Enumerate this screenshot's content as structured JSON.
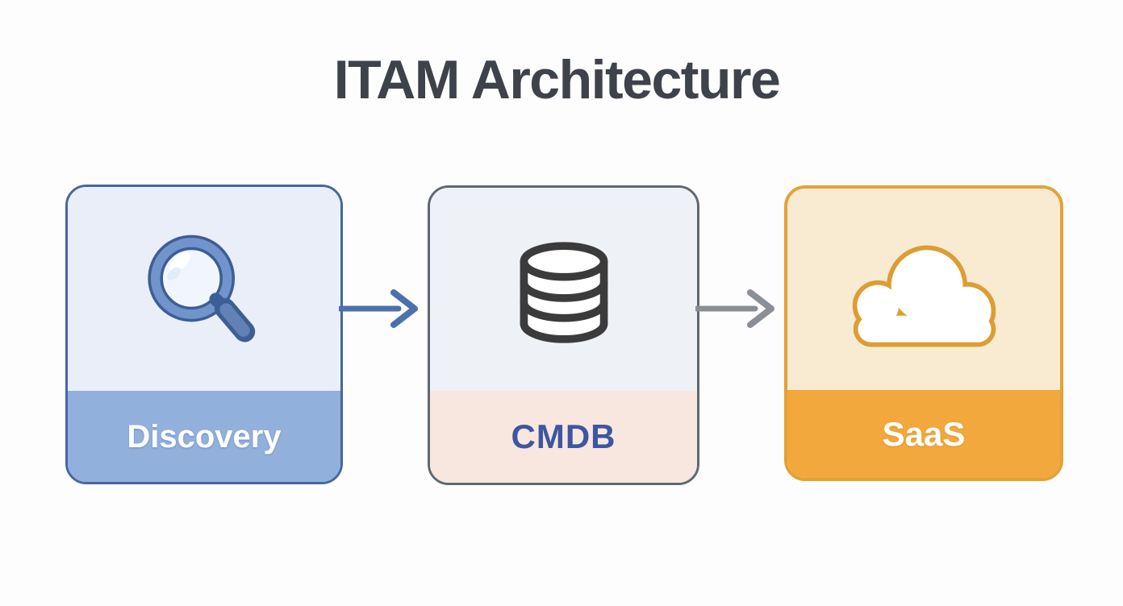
{
  "title": "ITAM Architecture",
  "title_color": "#3e424a",
  "background_color": "#fdfdfd",
  "diagram": {
    "nodes": [
      {
        "id": "discovery",
        "label": "Discovery",
        "icon": "magnifier-icon",
        "border_color": "#45679f",
        "body_color": "#e9eef8",
        "band_color": "#92b0dc",
        "label_color": "#ffffff"
      },
      {
        "id": "cmdb",
        "label": "CMDB",
        "icon": "database-icon",
        "border_color": "#5f6871",
        "body_color": "#eef2f7",
        "band_color": "#f7e7df",
        "label_color": "#3d56a3"
      },
      {
        "id": "saas",
        "label": "SaaS",
        "icon": "cloud-icon",
        "border_color": "#e4a138",
        "body_color": "#f9ead2",
        "band_color": "#f2a83c",
        "label_color": "#ffffff"
      }
    ],
    "connections": [
      {
        "from": "discovery",
        "to": "cmdb",
        "color": "#4c70ab"
      },
      {
        "from": "cmdb",
        "to": "saas",
        "color": "#8a8f96"
      }
    ],
    "icon_colors": {
      "magnifier_ring_outline": "#3d5e95",
      "magnifier_ring_fill": "#7294cd",
      "magnifier_lens": "#f1f6fd",
      "magnifier_handle_fill": "#6282b5",
      "database_stroke": "#3b3b3b",
      "cloud_stroke": "#dd9d33",
      "cloud_fill": "#ffffff"
    }
  }
}
